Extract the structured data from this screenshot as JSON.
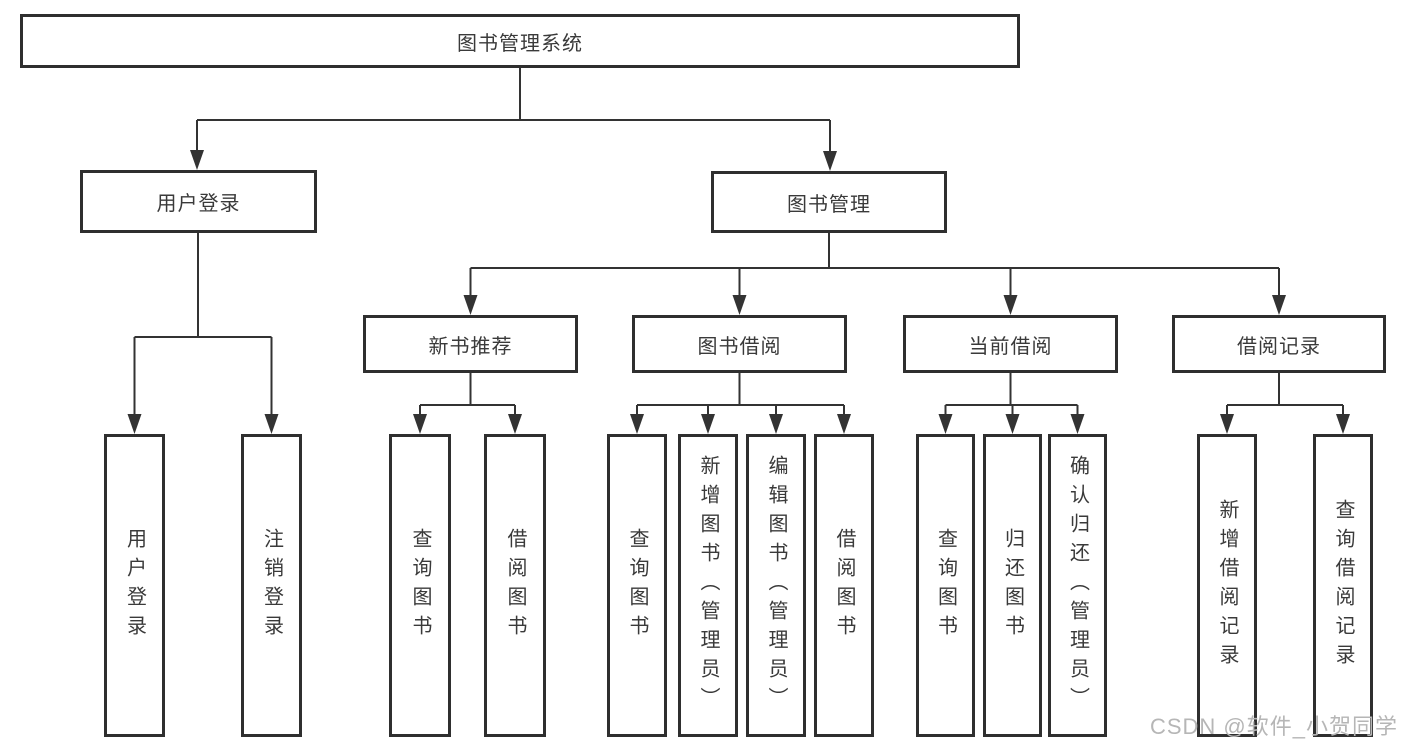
{
  "tree": {
    "label": "图书管理系统",
    "children": [
      {
        "label": "用户登录",
        "children": [
          {
            "label": "用户登录"
          },
          {
            "label": "注销登录"
          }
        ]
      },
      {
        "label": "图书管理",
        "children": [
          {
            "label": "新书推荐",
            "children": [
              {
                "label": "查询图书"
              },
              {
                "label": "借阅图书"
              }
            ]
          },
          {
            "label": "图书借阅",
            "children": [
              {
                "label": "查询图书"
              },
              {
                "label": "新增图书（管理员）"
              },
              {
                "label": "编辑图书（管理员）"
              },
              {
                "label": "借阅图书"
              }
            ]
          },
          {
            "label": "当前借阅",
            "children": [
              {
                "label": "查询图书"
              },
              {
                "label": "归还图书"
              },
              {
                "label": "确认归还（管理员）"
              }
            ]
          },
          {
            "label": "借阅记录",
            "children": [
              {
                "label": "新增借阅记录"
              },
              {
                "label": "查询借阅记录"
              }
            ]
          }
        ]
      }
    ]
  },
  "watermark": {
    "text": "CSDN @软件_小贺同学"
  },
  "colors": {
    "line": "#333333",
    "box_border": "#2f2f2f",
    "text": "#3a3a3a",
    "background": "#ffffff",
    "watermark": "#b6b6b6"
  }
}
